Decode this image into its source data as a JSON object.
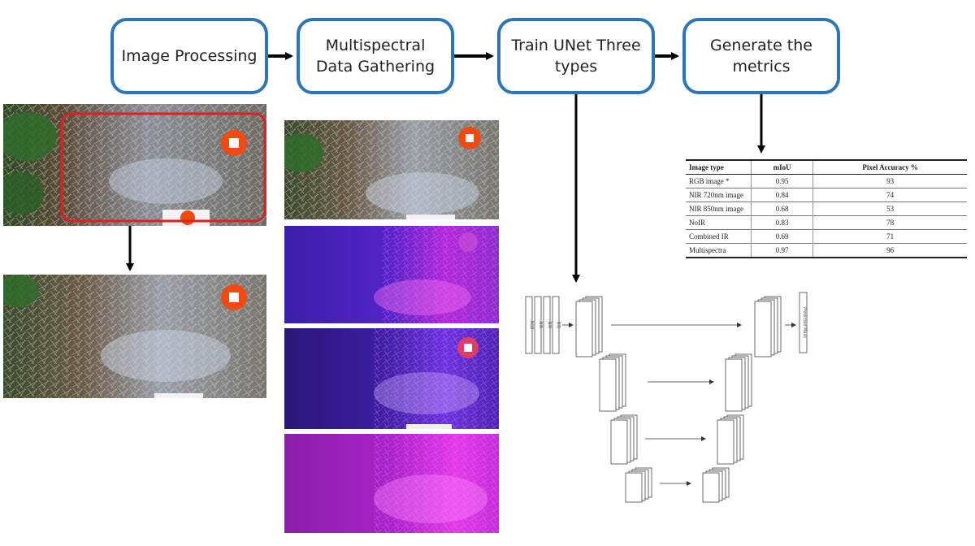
{
  "steps": [
    {
      "label": "Image Processing"
    },
    {
      "label": "Multispectral Data Gathering"
    },
    {
      "label": "Train UNet Three types"
    },
    {
      "label": "Generate the metrics"
    }
  ],
  "unet": {
    "inputs": [
      "RGB",
      "NIR",
      "NIR",
      "NIR"
    ],
    "output": "Predicted Mask"
  },
  "metrics_table": {
    "headers": [
      "Image type",
      "mIoU",
      "Pixel Accuracy %"
    ],
    "rows": [
      [
        "RGB image *",
        "0.95",
        "93"
      ],
      [
        "NIR 720nm image",
        "0.84",
        "74"
      ],
      [
        "NIR 850nm image",
        "0.68",
        "53"
      ],
      [
        "NoIR",
        "0.83",
        "78"
      ],
      [
        "Combined IR",
        "0.69",
        "71"
      ],
      [
        "Multispectra",
        "0.97",
        "96"
      ]
    ]
  },
  "colors": {
    "step_border": "#2e75b6",
    "crop_box": "#e02020",
    "marker": "#f04a10"
  },
  "images": [
    {
      "name": "rgb-original",
      "kind": "field photo RGB"
    },
    {
      "name": "rgb-cropped",
      "kind": "field photo RGB"
    },
    {
      "name": "spectral-rgb",
      "kind": "field photo RGB"
    },
    {
      "name": "spectral-nir-720",
      "kind": "NIR false color"
    },
    {
      "name": "spectral-nir-850",
      "kind": "NIR false color"
    },
    {
      "name": "spectral-noir",
      "kind": "NoIR false color"
    }
  ]
}
